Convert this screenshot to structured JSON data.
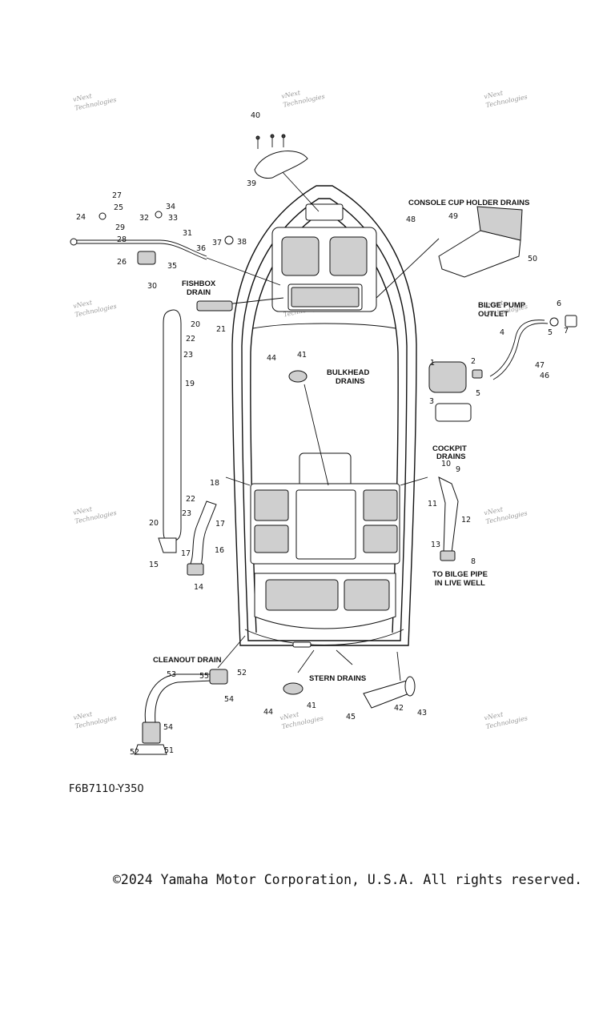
{
  "part_labels": [
    "1",
    "2",
    "3",
    "4",
    "5",
    "5",
    "6",
    "7",
    "8",
    "9",
    "10",
    "11",
    "12",
    "13",
    "14",
    "15",
    "16",
    "17",
    "17",
    "18",
    "19",
    "20",
    "20",
    "21",
    "22",
    "22",
    "23",
    "23",
    "24",
    "25",
    "26",
    "27",
    "28",
    "29",
    "30",
    "31",
    "32",
    "33",
    "34",
    "35",
    "36",
    "37",
    "38",
    "39",
    "40",
    "41",
    "41",
    "42",
    "43",
    "44",
    "44",
    "45",
    "46",
    "47",
    "48",
    "49",
    "50",
    "51",
    "52",
    "52",
    "53",
    "54",
    "54",
    "55"
  ],
  "callouts": {
    "console": "CONSOLE CUP HOLDER DRAINS",
    "fishbox": [
      "FISHBOX",
      "DRAIN"
    ],
    "bilge_outlet": [
      "BILGE PUMP",
      "OUTLET"
    ],
    "bulkhead": [
      "BULKHEAD",
      "DRAINS"
    ],
    "cockpit": [
      "COCKPIT",
      "DRAINS"
    ],
    "bilge_pipe": [
      "TO BILGE PIPE",
      "IN LIVE WELL"
    ],
    "cleanout": "CLEANOUT DRAIN",
    "stern": "STERN DRAINS"
  },
  "watermark": [
    "vNext",
    "Technologies"
  ],
  "diagram_ref": "F6B7110-Y350",
  "copyright": "©2024 Yamaha Motor Corporation, U.S.A. All rights reserved."
}
